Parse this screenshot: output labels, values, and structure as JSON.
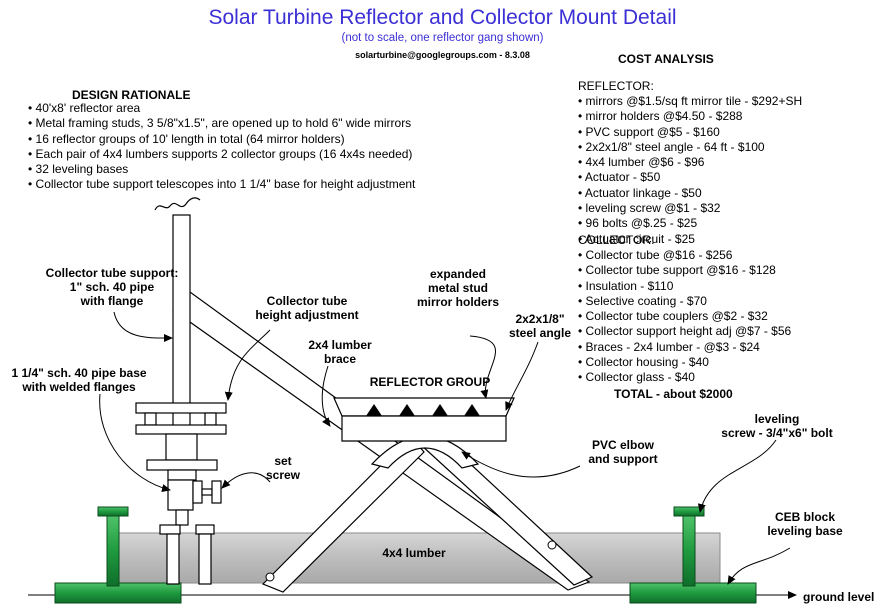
{
  "title": "Solar Turbine Reflector and Collector Mount Detail",
  "subtitle": "(not to scale, one reflector gang shown)",
  "contact": "solarturbine@googlegroups.com - 8.3.08",
  "design_rationale": {
    "heading": "DESIGN RATIONALE",
    "items": [
      "40'x8' reflector area",
      "Metal framing studs, 3 5/8\"x1.5\", are opened up to hold 6\" wide mirrors",
      "16 reflector groups of 10' length in total (64 mirror holders)",
      "Each pair of 4x4 lumbers supports 2 collector groups (16 4x4s needed)",
      "32 leveling bases",
      "Collector tube support telescopes into 1 1/4\" base for height adjustment"
    ]
  },
  "cost_analysis": {
    "heading": "COST ANALYSIS",
    "reflector_heading": "REFLECTOR:",
    "reflector_items": [
      "mirrors @$1.5/sq ft mirror tile - $292+SH",
      "mirror holders @$4.50 - $288",
      "PVC support @$5 - $160",
      "2x2x1/8\" steel angle - 64 ft - $100",
      "4x4 lumber @$6 - $96",
      "Actuator - $50",
      "Actuator linkage - $50",
      "leveling screw @$1 - $32",
      "96 bolts @$.25 - $25",
      "Actuator circuit - $25"
    ],
    "collector_heading": "COLLECTOR:",
    "collector_items": [
      "Collector tube @$16 - $256",
      "Collector tube support @$16 - $128",
      "Insulation - $110",
      "Selective coating - $70",
      "Collector tube couplers @$2 - $32",
      "Collector support height adj @$7 - $56",
      "Braces - 2x4 lumber - @$3 - $24",
      "Collector housing - $40",
      "Collector glass - $40"
    ],
    "total": "TOTAL - about $2000"
  },
  "labels": {
    "collector_support": [
      "Collector tube support:",
      "1\" sch. 40 pipe",
      "with flange"
    ],
    "pipe_base": [
      "1 1/4\" sch. 40 pipe base",
      "with welded flanges"
    ],
    "height_adjustment": [
      "Collector tube",
      "height adjustment"
    ],
    "set_screw": [
      "set",
      "screw"
    ],
    "brace": [
      "2x4 lumber",
      "brace"
    ],
    "mirror_holders": [
      "expanded",
      "metal stud",
      "mirror holders"
    ],
    "steel_angle": [
      "2x2x1/8\"",
      "steel angle"
    ],
    "reflector_group": "REFLECTOR GROUP",
    "pvc_elbow": [
      "PVC elbow",
      "and support"
    ],
    "leveling_screw": [
      "leveling",
      "screw - 3/4\"x6\" bolt"
    ],
    "ceb_block": [
      "CEB block",
      "leveling base"
    ],
    "lumber": "4x4 lumber",
    "ground_level": "ground level"
  }
}
